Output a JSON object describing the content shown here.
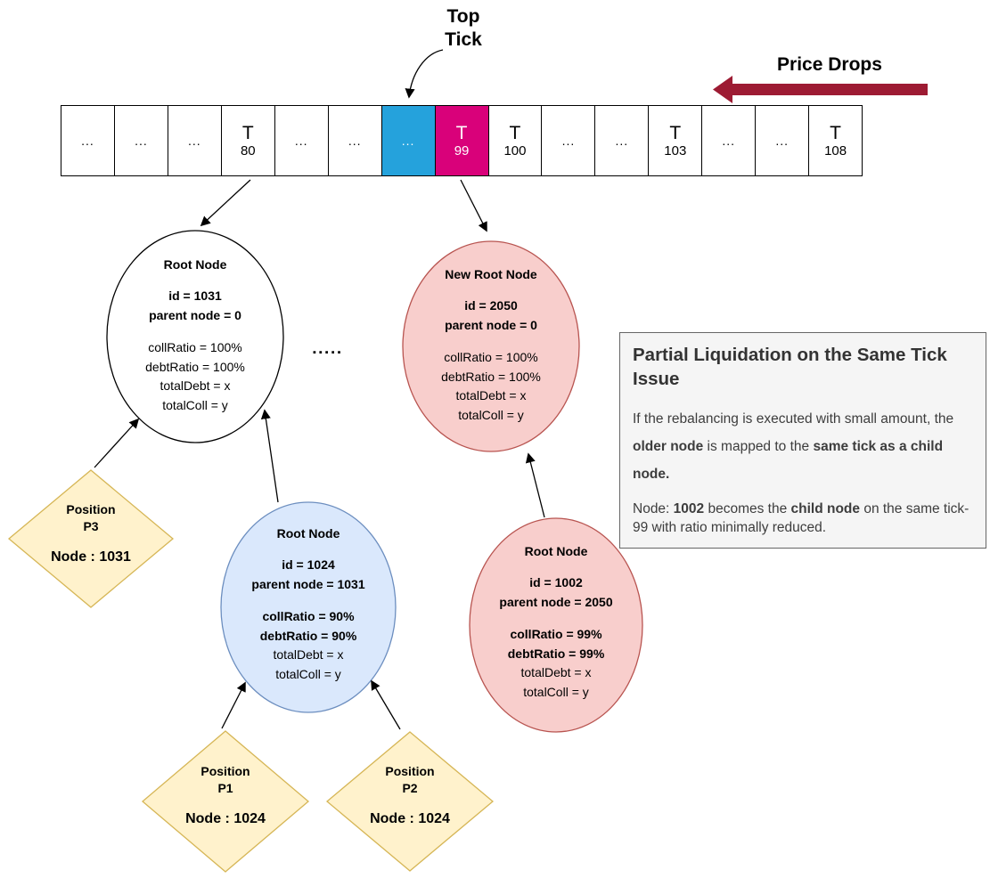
{
  "colors": {
    "tick_blue": "#25A2DC",
    "tick_magenta": "#D9017A",
    "arrow_dark_red": "#9D1B33",
    "pink_fill": "#F8CECC",
    "pink_border": "#B85450",
    "blue_fill": "#DAE8FC",
    "blue_border": "#6C8EBF",
    "yellow_fill": "#FFF2CC",
    "yellow_border": "#D6B656",
    "note_bg": "#F5F5F5",
    "note_border": "#666666"
  },
  "labels": {
    "top_tick": "Top Tick",
    "price_drops": "Price Drops",
    "dots": "▪▪▪▪▪"
  },
  "ticks": {
    "cells": [
      {
        "label": "...",
        "sub": ""
      },
      {
        "label": "...",
        "sub": ""
      },
      {
        "label": "...",
        "sub": ""
      },
      {
        "label": "T",
        "sub": "80"
      },
      {
        "label": "...",
        "sub": ""
      },
      {
        "label": "...",
        "sub": ""
      },
      {
        "label": "...",
        "sub": ""
      },
      {
        "label": "T",
        "sub": "99"
      },
      {
        "label": "T",
        "sub": "100"
      },
      {
        "label": "...",
        "sub": ""
      },
      {
        "label": "...",
        "sub": ""
      },
      {
        "label": "T",
        "sub": "103"
      },
      {
        "label": "...",
        "sub": ""
      },
      {
        "label": "...",
        "sub": ""
      },
      {
        "label": "T",
        "sub": "108"
      }
    ]
  },
  "nodes": {
    "root_1031": {
      "title": "Root Node",
      "id": "id = 1031",
      "parent": "parent node = 0",
      "coll": "collRatio = 100%",
      "debt": "debtRatio = 100%",
      "total_debt": "totalDebt = x",
      "total_coll": "totalColl = y"
    },
    "new_root_2050": {
      "title": "New Root Node",
      "id": "id = 2050",
      "parent": "parent node = 0",
      "coll": "collRatio = 100%",
      "debt": "debtRatio = 100%",
      "total_debt": "totalDebt = x",
      "total_coll": "totalColl = y"
    },
    "root_1024": {
      "title": "Root Node",
      "id": "id = 1024",
      "parent": "parent node = 1031",
      "coll": "collRatio = 90%",
      "debt": "debtRatio = 90%",
      "total_debt": "totalDebt = x",
      "total_coll": "totalColl = y"
    },
    "root_1002": {
      "title": "Root Node",
      "id": "id = 1002",
      "parent": "parent node = 2050",
      "coll": "collRatio = 99%",
      "debt": "debtRatio = 99%",
      "total_debt": "totalDebt = x",
      "total_coll": "totalColl = y"
    }
  },
  "positions": {
    "p3": {
      "line1": "Position",
      "line2": "P3",
      "node": "Node : 1031"
    },
    "p1": {
      "line1": "Position",
      "line2": "P1",
      "node": "Node : 1024"
    },
    "p2": {
      "line1": "Position",
      "line2": "P2",
      "node": "Node : 1024"
    }
  },
  "note": {
    "title": "Partial Liquidation on the Same Tick Issue",
    "p1": [
      {
        "t": "If the rebalancing is executed with small amount, the "
      },
      {
        "t": "older node"
      },
      {
        "t": " is mapped to the "
      },
      {
        "t": "same tick as a child node."
      }
    ],
    "p2": [
      {
        "t": "Node: "
      },
      {
        "t": "1002"
      },
      {
        "t": " becomes the "
      },
      {
        "t": "child node"
      },
      {
        "t": " on the same tick-99 with ratio minimally reduced."
      }
    ]
  }
}
